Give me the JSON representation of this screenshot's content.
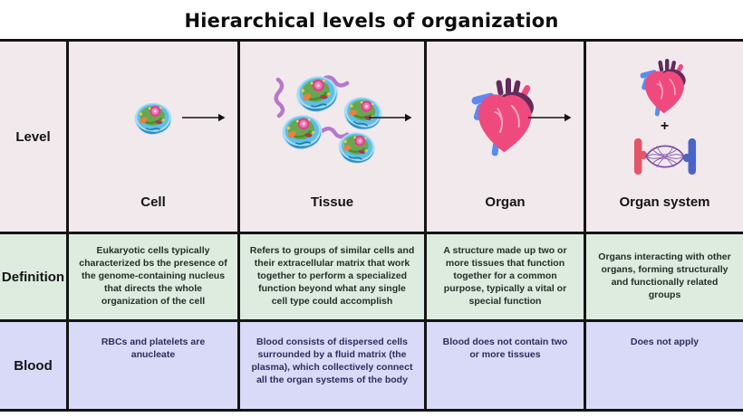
{
  "title": "Hierarchical levels of organization",
  "row_headers": {
    "level": "Level",
    "definition": "Definition",
    "blood": "Blood"
  },
  "columns": [
    {
      "label": "Cell",
      "icon": "plant-cell-illustration",
      "definition": "Eukaryotic cells typically characterized bs the presence of the genome-containing nucleus that directs the whole organization of the cell",
      "blood": "RBCs and platelets are anucleate"
    },
    {
      "label": "Tissue",
      "icon": "tissue-cells-illustration",
      "definition": "Refers to groups of similar cells and their extracellular matrix that work together to perform a specialized function beyond what any single cell type could accomplish",
      "blood": "Blood consists of dispersed cells surrounded by a fluid matrix (the plasma), which collectively connect all the organ systems of the body"
    },
    {
      "label": "Organ",
      "icon": "heart-illustration",
      "definition": "A structure made up two or more tissues that function together for a common purpose, typically a vital or special function",
      "blood": "Blood does not contain two or more tissues"
    },
    {
      "label": "Organ system",
      "icon": "heart-and-vessels-illustration",
      "plus_sign": "+",
      "definition": "Organs interacting with other organs,  forming structurally and functionally related groups",
      "blood": "Does not apply"
    }
  ],
  "colors": {
    "level_row_bg": "#f2e9ed",
    "definition_row_bg": "#ddecdf",
    "blood_row_bg": "#d9daf7",
    "grid_line": "#141414",
    "definition_text": "#223028",
    "blood_text": "#2d2d60",
    "label_text": "#141414",
    "page_bg": "#ffffff"
  }
}
